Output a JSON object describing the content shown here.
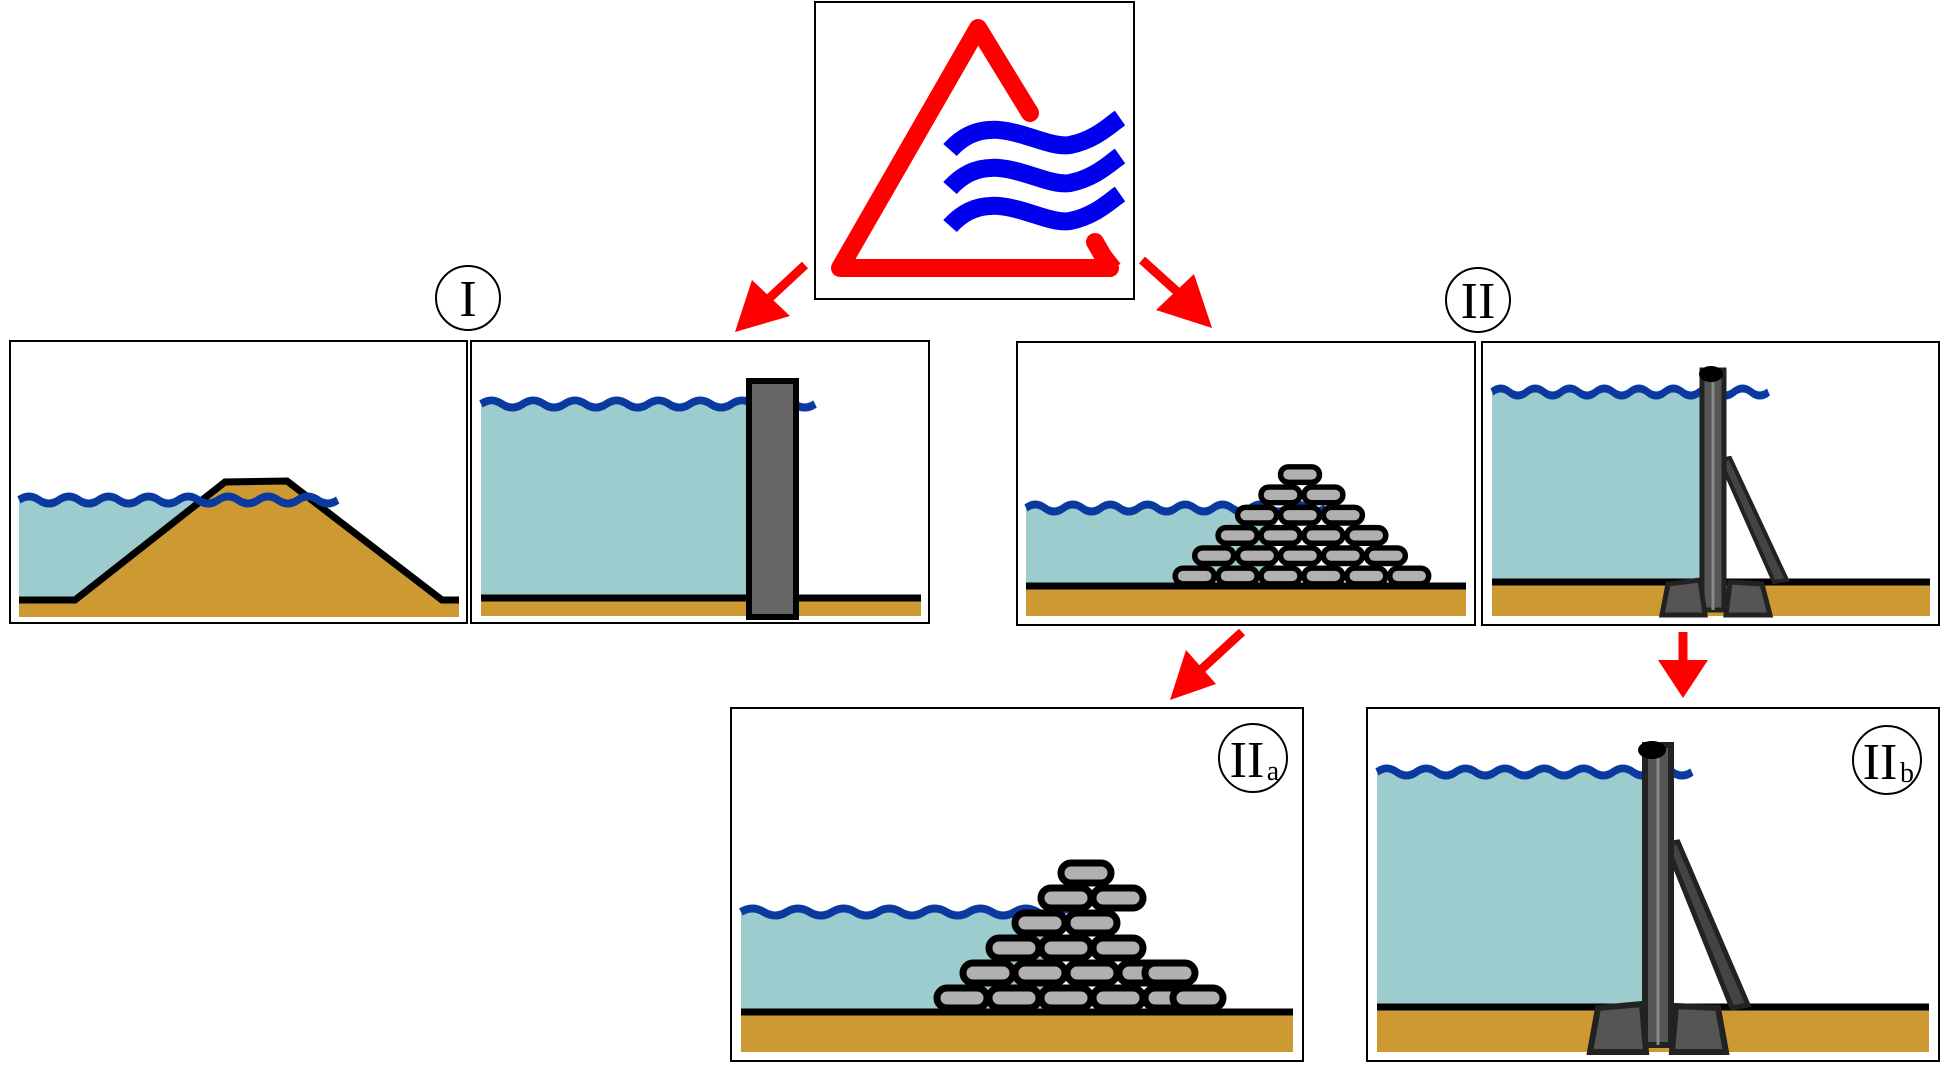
{
  "labels": {
    "category_1": "I",
    "category_2": "II",
    "category_2a_main": "II",
    "category_2a_sub": "a",
    "category_2b_main": "II",
    "category_2b_sub": "b"
  },
  "colors": {
    "water": "#9ccccd",
    "water_surface": "#0a3aa0",
    "ground": "#cc9933",
    "outline": "#000000",
    "arrow": "#ff0000",
    "logo_triangle": "#ff0000",
    "logo_waves": "#0000ee",
    "sandbag_fill": "#b0b0b0",
    "wall_fill": "#666666",
    "frame_dark": "#333333"
  },
  "icons": {
    "logo": "flood-protection-logo-icon",
    "arrow": "red-arrow-icon"
  }
}
